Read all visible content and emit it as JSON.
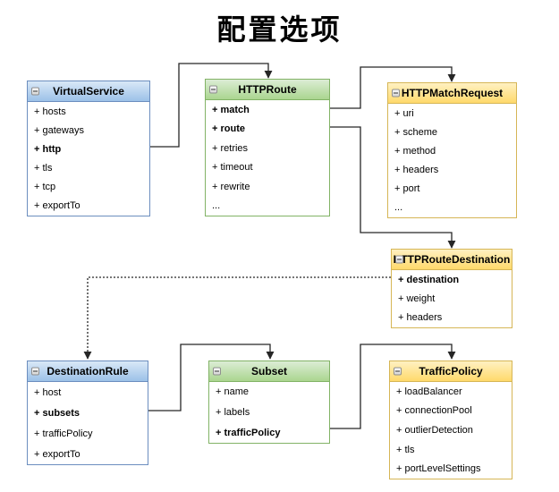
{
  "title": "配置选项",
  "palette": {
    "blue": {
      "header_top": "#d9e8f7",
      "header_bottom": "#9cc1e8",
      "border": "#6c8ebf"
    },
    "green": {
      "header_top": "#dcedd5",
      "header_bottom": "#aad58f",
      "border": "#82b366"
    },
    "yellow": {
      "header_top": "#fff1c2",
      "header_bottom": "#ffd96b",
      "border": "#d6b656"
    }
  },
  "line_color": "#262626",
  "collapse_icon": "minus-box-icon",
  "entities": [
    {
      "name": "VirtualService",
      "color": "blue",
      "fields": [
        {
          "label": "+ hosts",
          "bold": false
        },
        {
          "label": "+ gateways",
          "bold": false
        },
        {
          "label": "+ http",
          "bold": true
        },
        {
          "label": "+ tls",
          "bold": false
        },
        {
          "label": "+ tcp",
          "bold": false
        },
        {
          "label": "+ exportTo",
          "bold": false
        }
      ]
    },
    {
      "name": "HTTPRoute",
      "color": "green",
      "fields": [
        {
          "label": "+ match",
          "bold": true
        },
        {
          "label": "+ route",
          "bold": true
        },
        {
          "label": "+ retries",
          "bold": false
        },
        {
          "label": "+ timeout",
          "bold": false
        },
        {
          "label": "+ rewrite",
          "bold": false
        },
        {
          "label": "...",
          "bold": false
        }
      ]
    },
    {
      "name": "HTTPMatchRequest",
      "color": "yellow",
      "fields": [
        {
          "label": "+ uri",
          "bold": false
        },
        {
          "label": "+ scheme",
          "bold": false
        },
        {
          "label": "+ method",
          "bold": false
        },
        {
          "label": "+ headers",
          "bold": false
        },
        {
          "label": "+ port",
          "bold": false
        },
        {
          "label": "...",
          "bold": false
        }
      ]
    },
    {
      "name": "HTTPRouteDestination",
      "color": "yellow",
      "fields": [
        {
          "label": "+ destination",
          "bold": true
        },
        {
          "label": "+ weight",
          "bold": false
        },
        {
          "label": "+ headers",
          "bold": false
        }
      ]
    },
    {
      "name": "DestinationRule",
      "color": "blue",
      "fields": [
        {
          "label": "+ host",
          "bold": false
        },
        {
          "label": "+ subsets",
          "bold": true
        },
        {
          "label": "+ trafficPolicy",
          "bold": false
        },
        {
          "label": "+ exportTo",
          "bold": false
        }
      ]
    },
    {
      "name": "Subset",
      "color": "green",
      "fields": [
        {
          "label": "+ name",
          "bold": false
        },
        {
          "label": "+ labels",
          "bold": false
        },
        {
          "label": "+ trafficPolicy",
          "bold": true
        }
      ]
    },
    {
      "name": "TrafficPolicy",
      "color": "yellow",
      "fields": [
        {
          "label": "+ loadBalancer",
          "bold": false
        },
        {
          "label": "+ connectionPool",
          "bold": false
        },
        {
          "label": "+ outlierDetection",
          "bold": false
        },
        {
          "label": "+ tls",
          "bold": false
        },
        {
          "label": "+ portLevelSettings",
          "bold": false
        }
      ]
    }
  ],
  "connections": [
    {
      "from": "VirtualService.http",
      "to": "HTTPRoute",
      "style": "solid"
    },
    {
      "from": "HTTPRoute.match",
      "to": "HTTPMatchRequest",
      "style": "solid"
    },
    {
      "from": "HTTPRoute.route",
      "to": "HTTPRouteDestination",
      "style": "solid"
    },
    {
      "from": "HTTPRouteDestination.destination",
      "to": "DestinationRule",
      "style": "dashed"
    },
    {
      "from": "DestinationRule.subsets",
      "to": "Subset",
      "style": "solid"
    },
    {
      "from": "Subset.trafficPolicy",
      "to": "TrafficPolicy",
      "style": "solid"
    }
  ]
}
